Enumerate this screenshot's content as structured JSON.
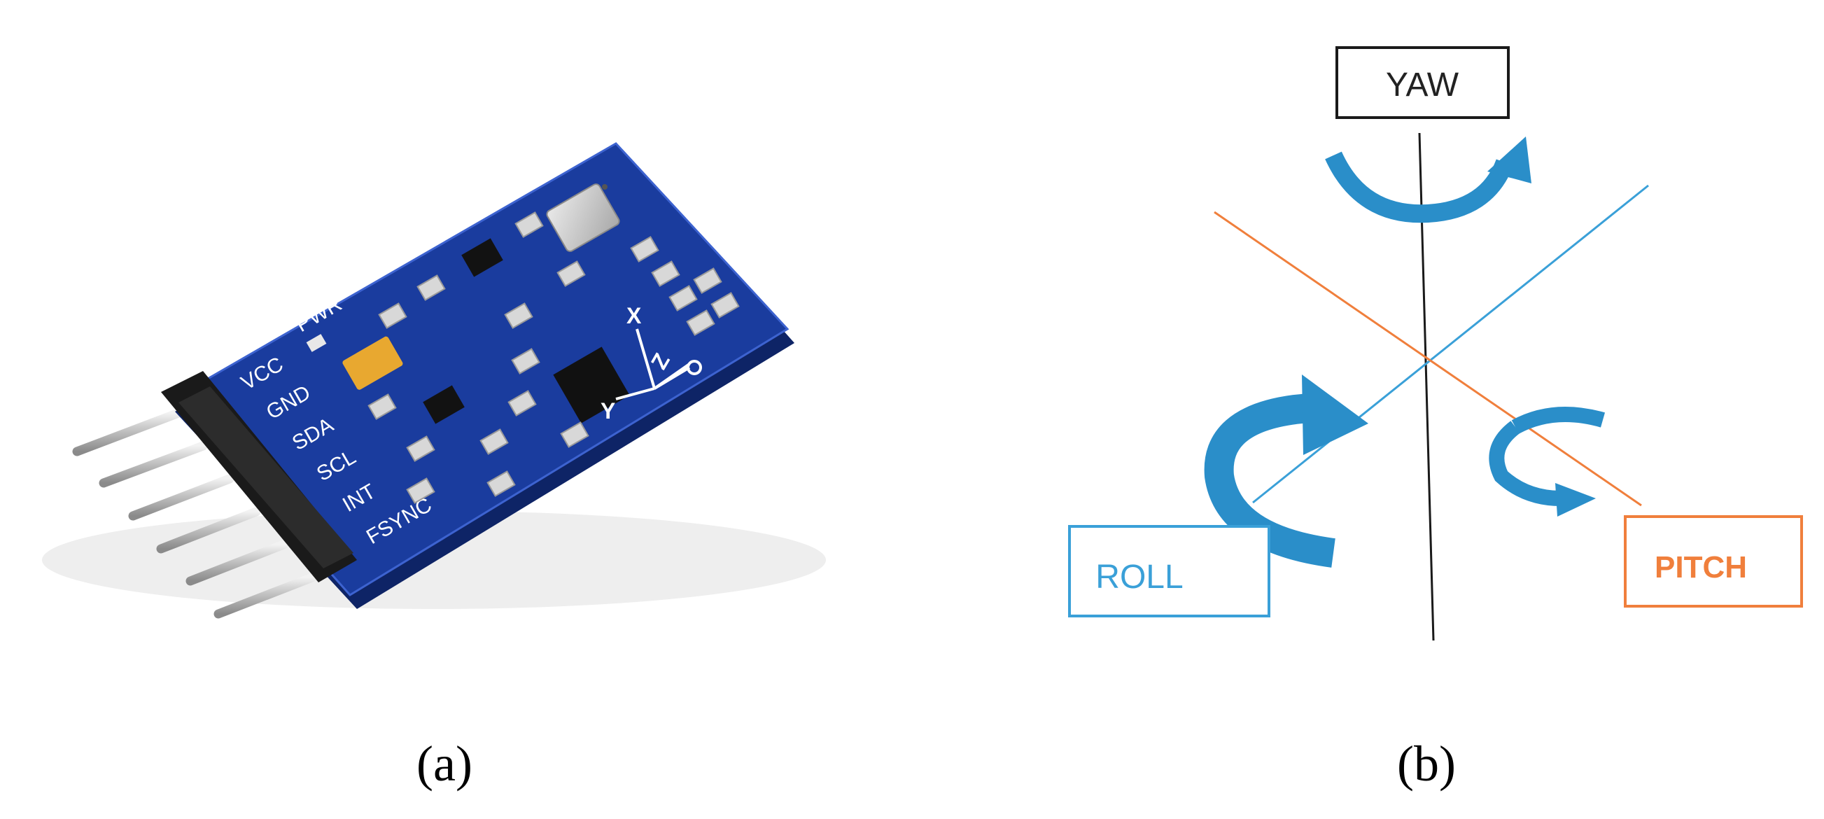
{
  "board": {
    "pin_labels": [
      "VCC",
      "GND",
      "SDA",
      "SCL",
      "INT",
      "FSYNC"
    ],
    "pwr_label": "PWR",
    "axis_labels": {
      "x": "X",
      "y": "Y",
      "z": "Z"
    }
  },
  "rotation_diagram": {
    "yaw_label": "YAW",
    "roll_label": "ROLL",
    "pitch_label": "PITCH"
  },
  "captions": {
    "a": "(a)",
    "b": "(b)"
  },
  "colors": {
    "pcb": "#1a3c9e",
    "pcb_dark": "#0e2466",
    "pin_header": "#1a1a1a",
    "pin_metal": "#c9c9c9",
    "roll_blue": "#3aa0d8",
    "arrow_blue": "#2a8ec9",
    "pitch_orange": "#f07f3c",
    "axis_black": "#1a1a1a"
  }
}
